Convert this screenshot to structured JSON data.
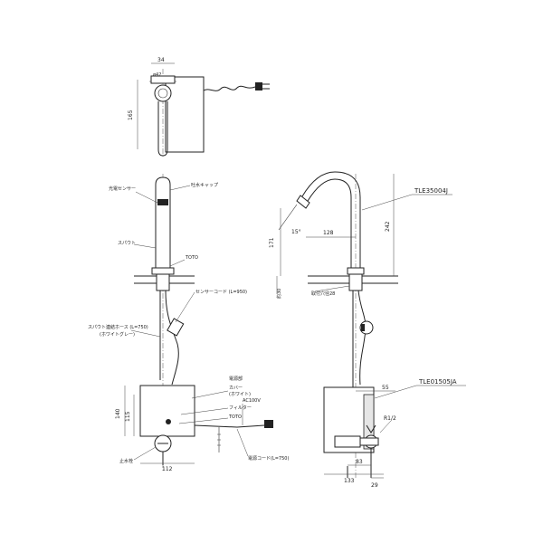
{
  "top_view": {
    "dim_width": "34",
    "dim_diameter": "ø42",
    "dim_height": "165"
  },
  "front_view": {
    "label_sensor_center": "光電センサー",
    "label_spout_cap": "吐水キャップ",
    "label_spout": "スパウト",
    "label_toto_top": "TOTO",
    "label_sensor_cord": "センサーコード (L=950)",
    "label_spout_hose": "スパウト連結ホース (L=750)",
    "label_hose_color": "(ホワイトグレー)",
    "label_power_box": "電源部",
    "label_cover": "カバー",
    "label_cover_color": "(ホワイト)",
    "label_filter": "フィルター",
    "label_toto_bottom": "TOTO",
    "label_ac": "AC100V",
    "label_power_cord": "電源コード(L=750)",
    "label_stop_valve": "止水栓",
    "dim_box_height": "140",
    "dim_box_inner": "115",
    "dim_box_width": "112"
  },
  "side_view": {
    "model_faucet": "TLE35004J",
    "model_box": "TLE01505JA",
    "dim_spout_height": "242",
    "dim_outlet_height": "171",
    "dim_reach": "128",
    "dim_angle": "15°",
    "dim_deck": "約30",
    "label_counter_hole": "取付穴径28",
    "dim_55": "55",
    "dim_r12": "R1/2",
    "dim_83": "83",
    "dim_29": "29",
    "dim_133": "133"
  }
}
